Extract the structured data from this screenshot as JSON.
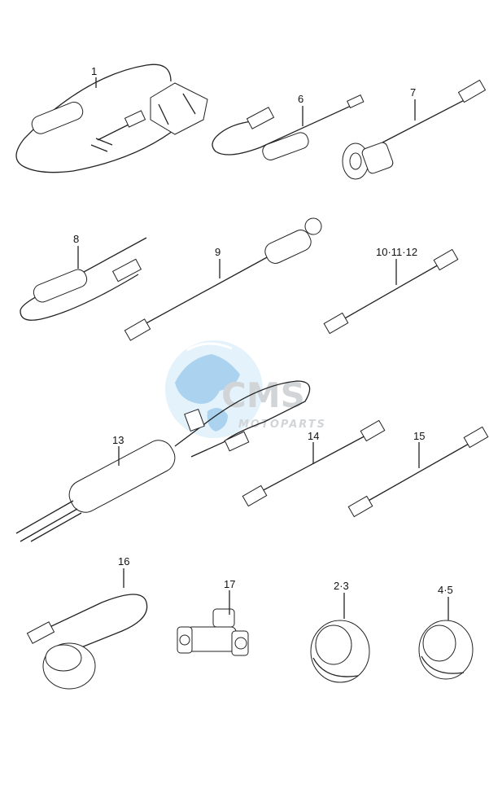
{
  "watermark": {
    "brand": "CMS",
    "tagline": "MOTOPARTS",
    "colors": {
      "globe": "#9cc9ec",
      "globe_dark": "#5aa6e0",
      "text": "#c6c9cc"
    }
  },
  "part_labels": {
    "p1": "1",
    "p6": "6",
    "p7": "7",
    "p8": "8",
    "p9": "9",
    "p10_12": "10·11·12",
    "p13": "13",
    "p14": "14",
    "p15": "15",
    "p16": "16",
    "p17": "17",
    "p2_3": "2·3",
    "p4_5": "4·5"
  }
}
